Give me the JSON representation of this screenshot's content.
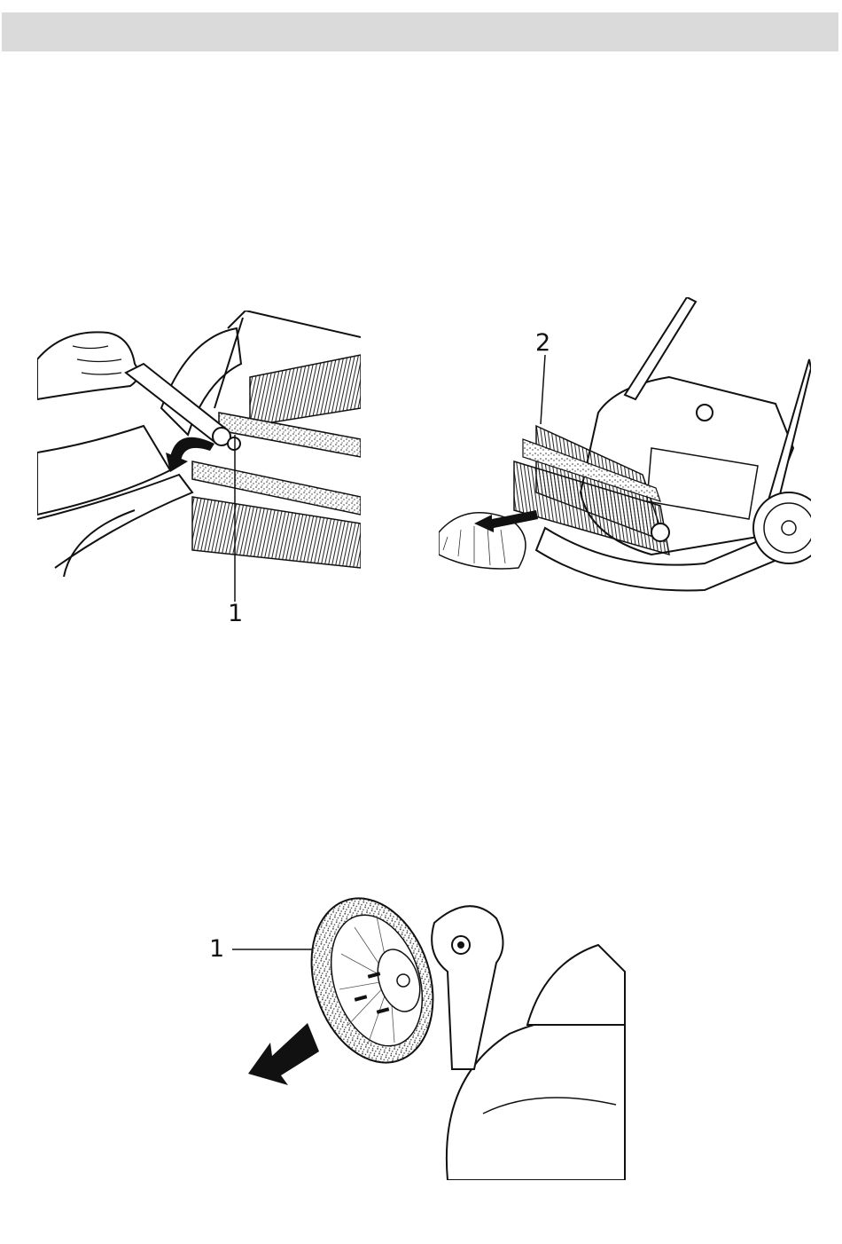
{
  "figures": {
    "main_brush_removal": {
      "callout": "1"
    },
    "brush_extraction": {
      "callout": "2"
    },
    "side_brush_removal": {
      "callout": "1"
    }
  }
}
